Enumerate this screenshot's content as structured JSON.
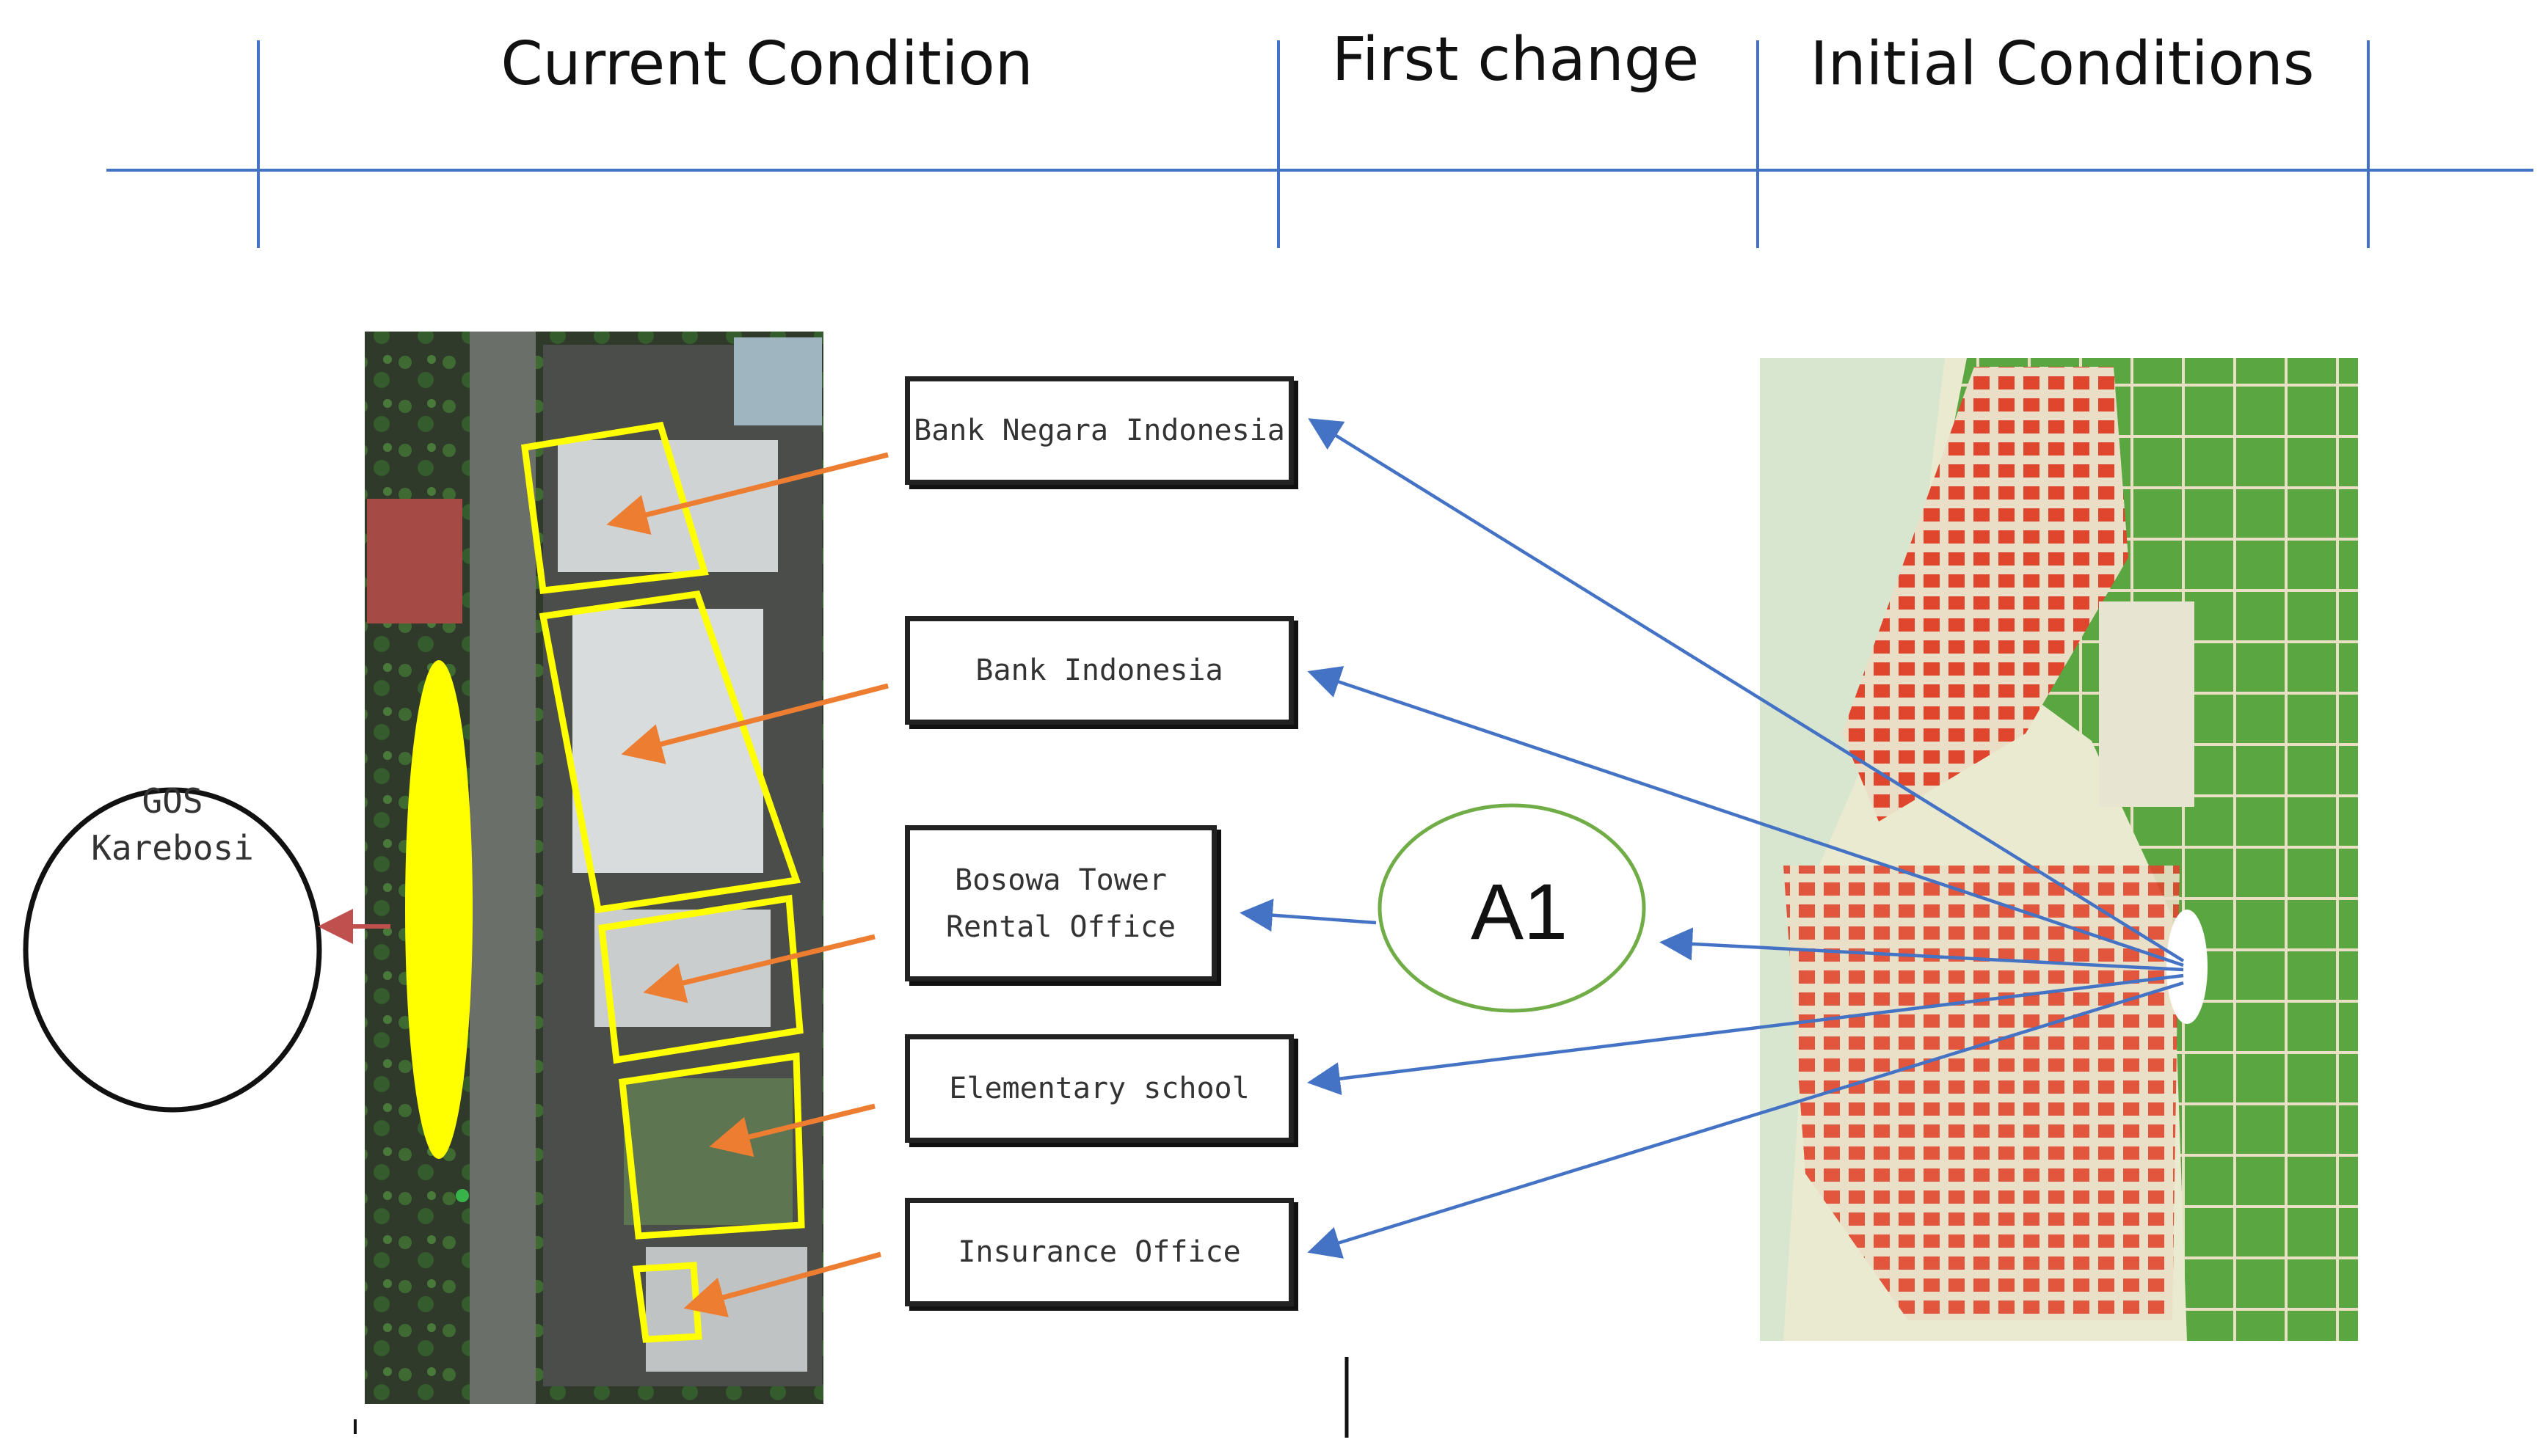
{
  "header": {
    "current": "Current Condition",
    "first_change": "First change",
    "initial": "Initial Conditions"
  },
  "gos": {
    "label": "GOS\nKarebosi"
  },
  "a1": {
    "label": "A1"
  },
  "boxes": [
    {
      "label": "Bank Negara Indonesia"
    },
    {
      "label": "Bank Indonesia"
    },
    {
      "label": "Bosowa Tower\nRental Office"
    },
    {
      "label": "Elementary school"
    },
    {
      "label": "Insurance Office"
    }
  ],
  "colors": {
    "timeline": "#4472c4",
    "connector_blue": "#4472c4",
    "connector_orange": "#ed7d31",
    "highlight_yellow": "#ffff00",
    "a1_ring": "#70ad47",
    "gos_arrow": "#c0504d"
  }
}
